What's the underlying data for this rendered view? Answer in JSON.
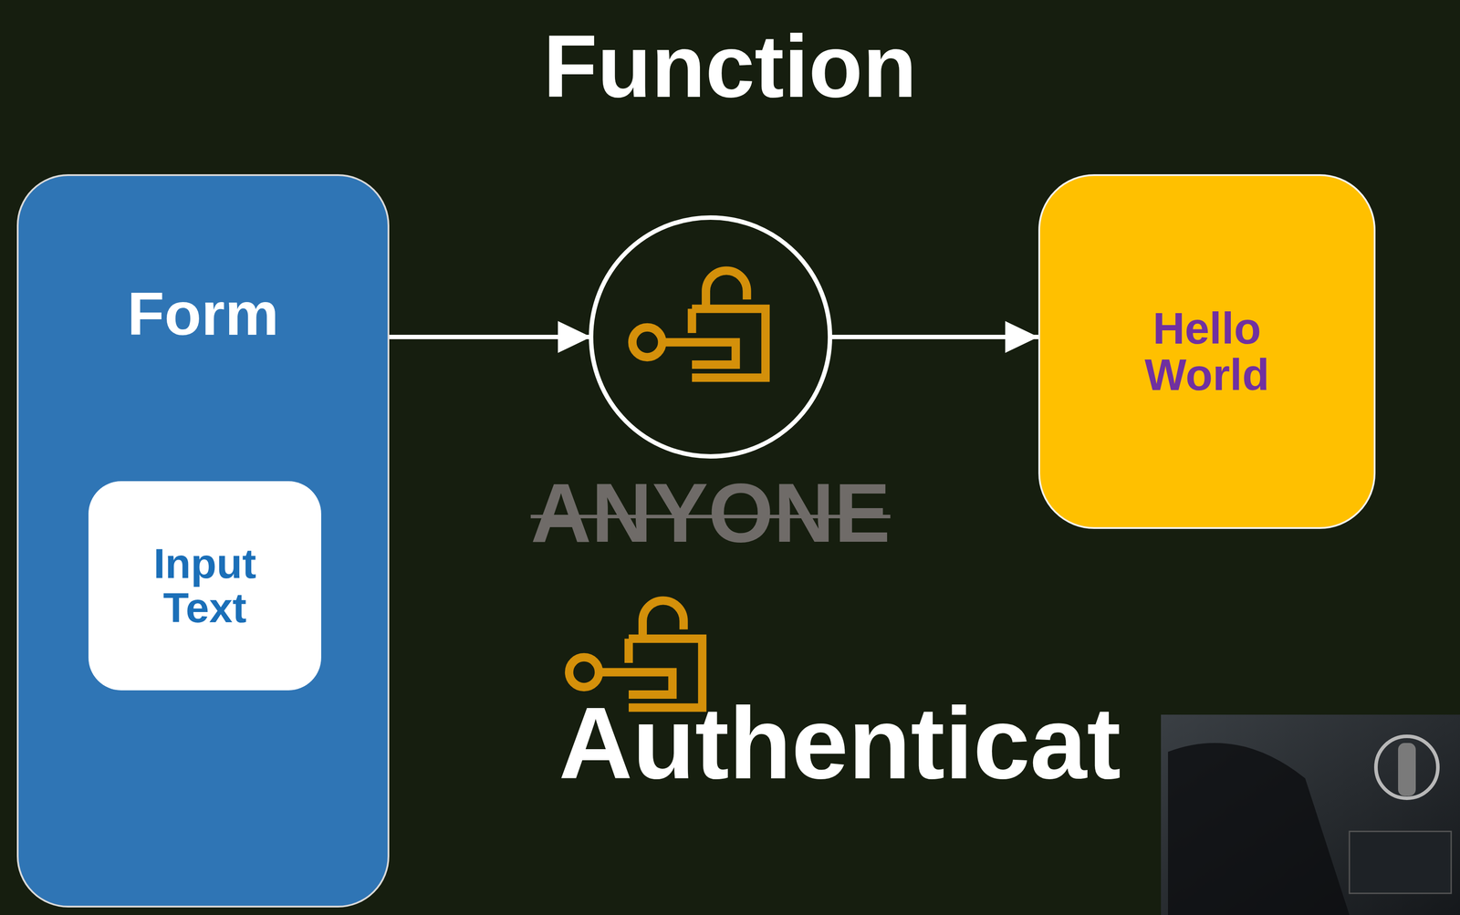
{
  "diagram": {
    "title": "Function",
    "nodes": [
      {
        "text": [
          "Form"
        ]
      },
      {
        "text": [
          "Input Text"
        ],
        "in": 0
      },
      {
        "text": [
          "ANYONE"
        ]
      },
      {
        "text": [
          "Hello World"
        ]
      }
    ],
    "edges": [
      {
        "from": 0,
        "to": 2,
        "arrow": "to"
      },
      {
        "from": 2,
        "to": 3,
        "arrow": "to"
      }
    ],
    "labels": [
      "Authenticat"
    ]
  }
}
